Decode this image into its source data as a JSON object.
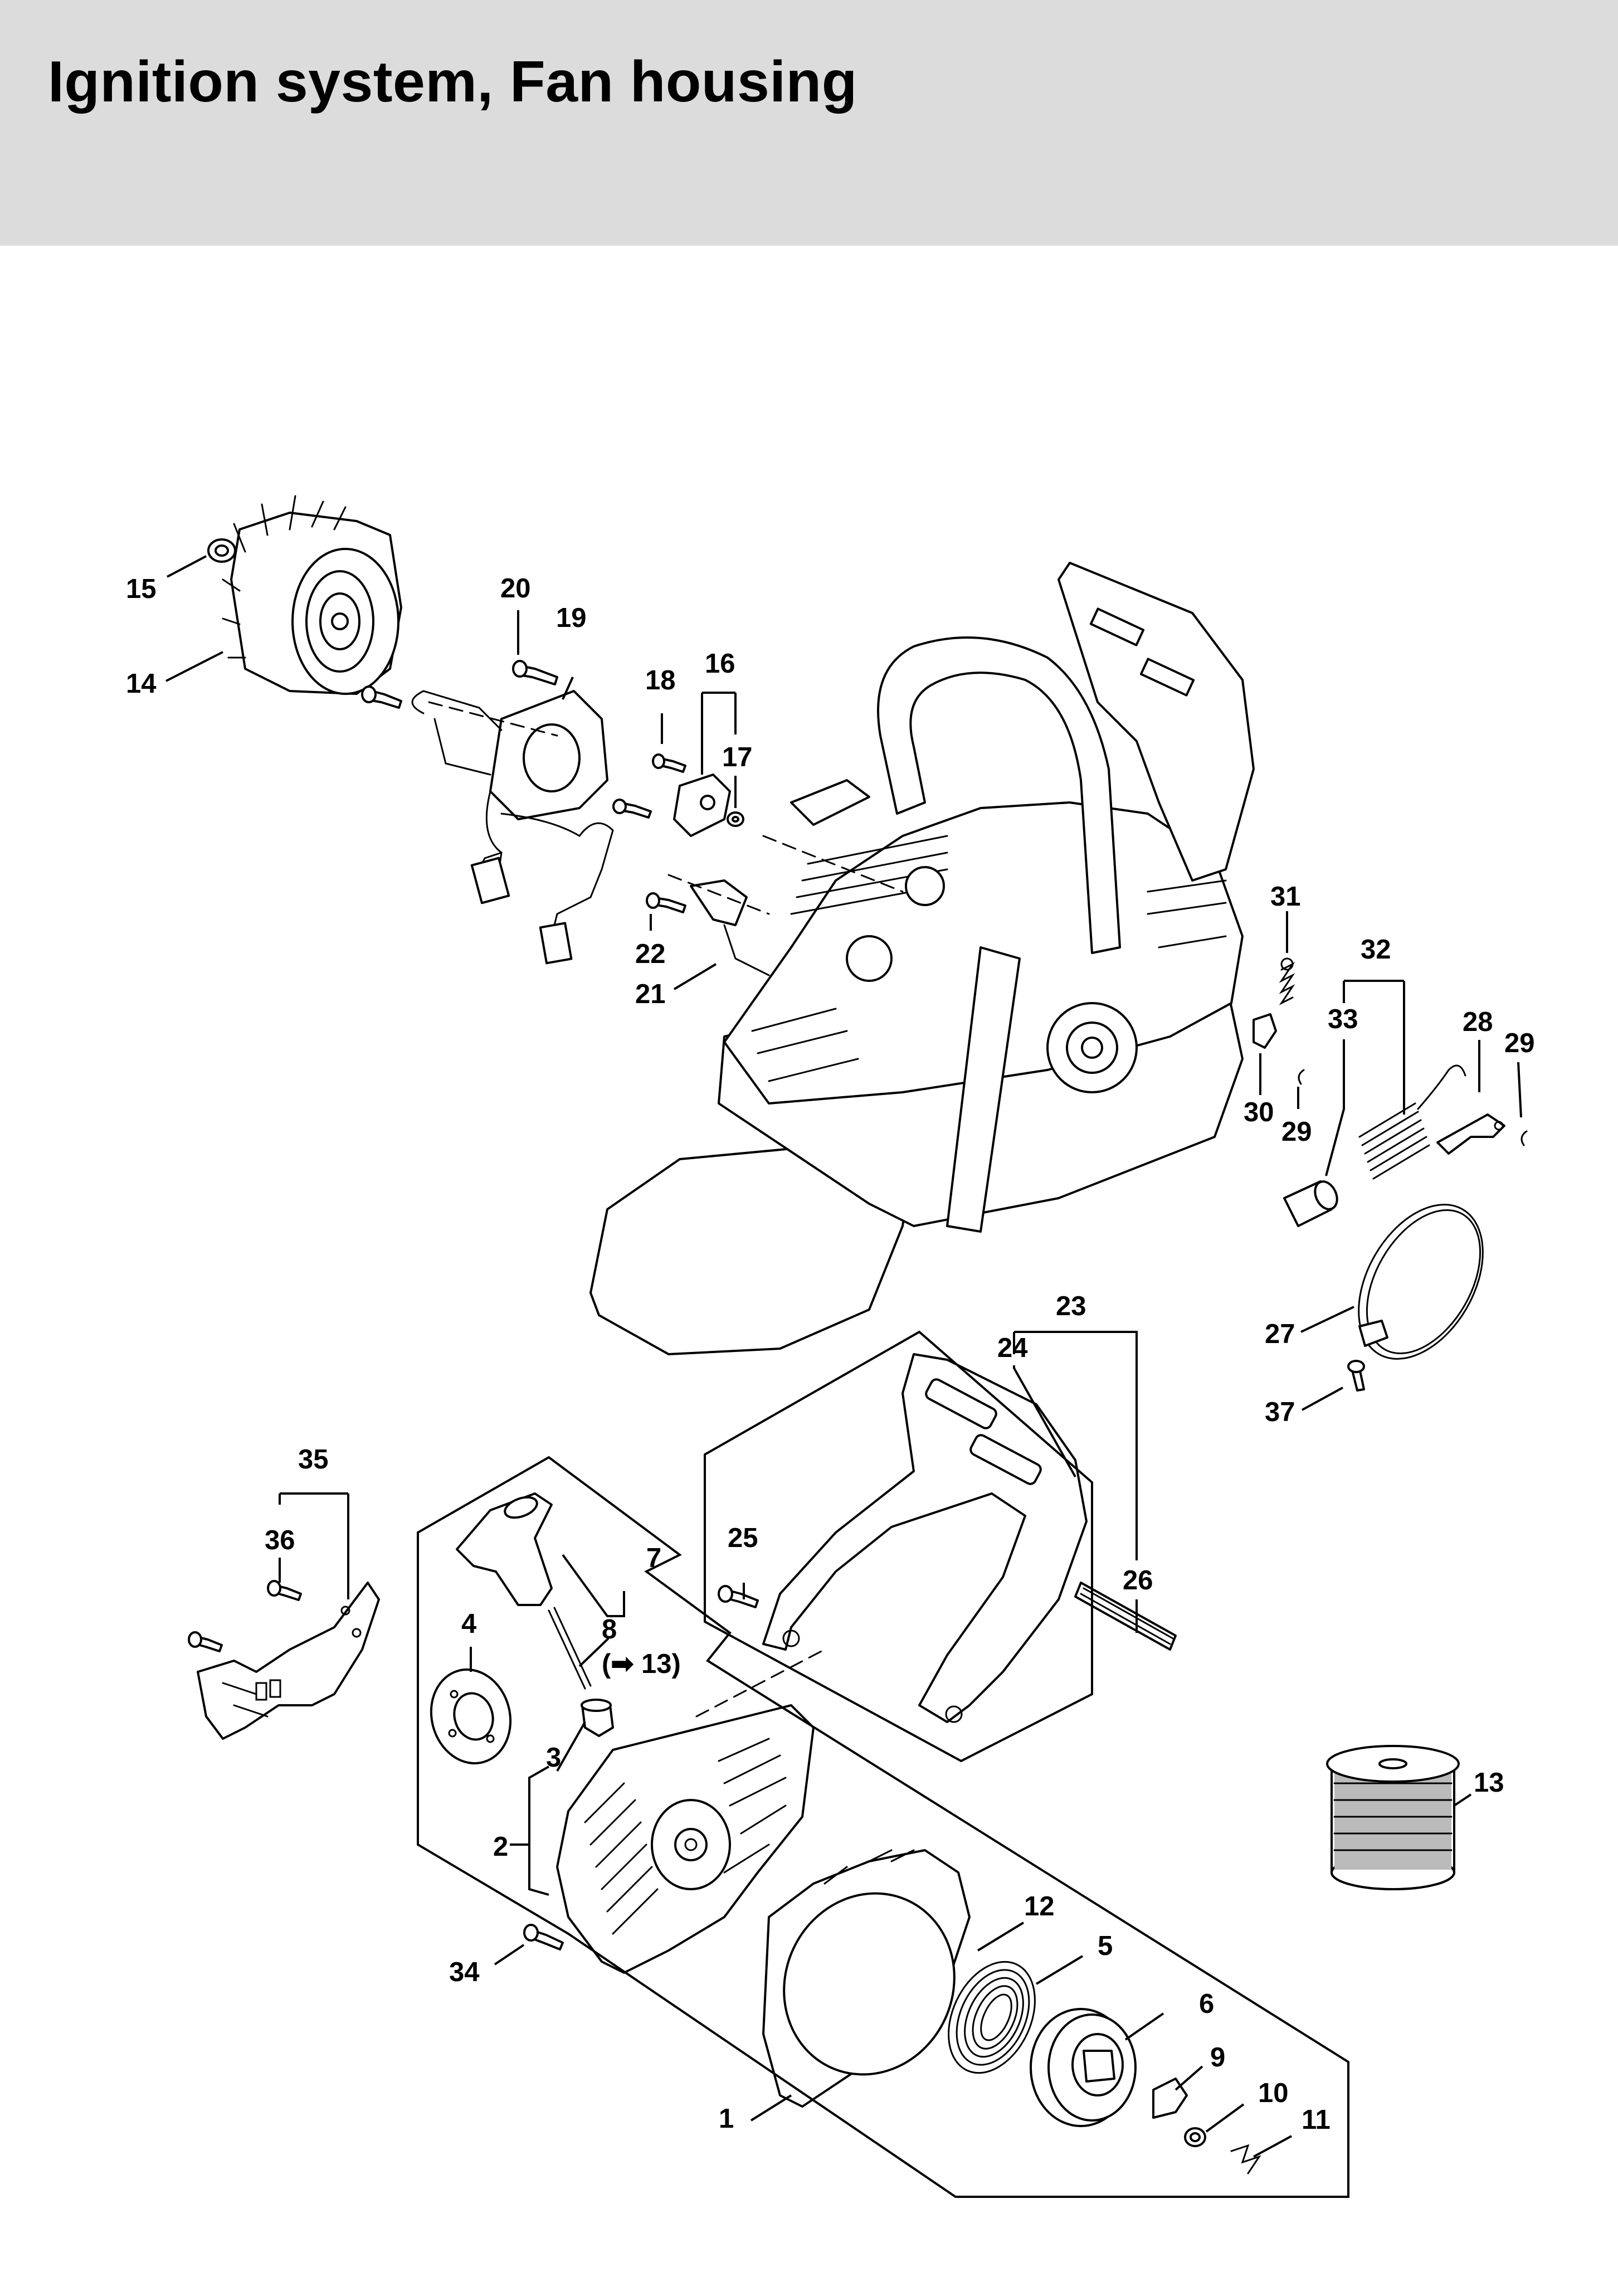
{
  "page": {
    "title": "Ignition system, Fan housing",
    "header_color": "#dcdcdc"
  },
  "callouts": {
    "c1": "1",
    "c2": "2",
    "c3": "3",
    "c4": "4",
    "c5": "5",
    "c6": "6",
    "c7": "7",
    "c8": "8",
    "c8ref": "(➡ 13)",
    "c9": "9",
    "c10": "10",
    "c11": "11",
    "c12": "12",
    "c13": "13",
    "c14": "14",
    "c15": "15",
    "c16": "16",
    "c17": "17",
    "c18": "18",
    "c19": "19",
    "c20": "20",
    "c21": "21",
    "c22": "22",
    "c23": "23",
    "c24": "24",
    "c25": "25",
    "c26": "26",
    "c27": "27",
    "c28": "28",
    "c29a": "29",
    "c29b": "29",
    "c30": "30",
    "c31": "31",
    "c32": "32",
    "c33": "33",
    "c34": "34",
    "c35": "35",
    "c36": "36",
    "c37": "37"
  }
}
